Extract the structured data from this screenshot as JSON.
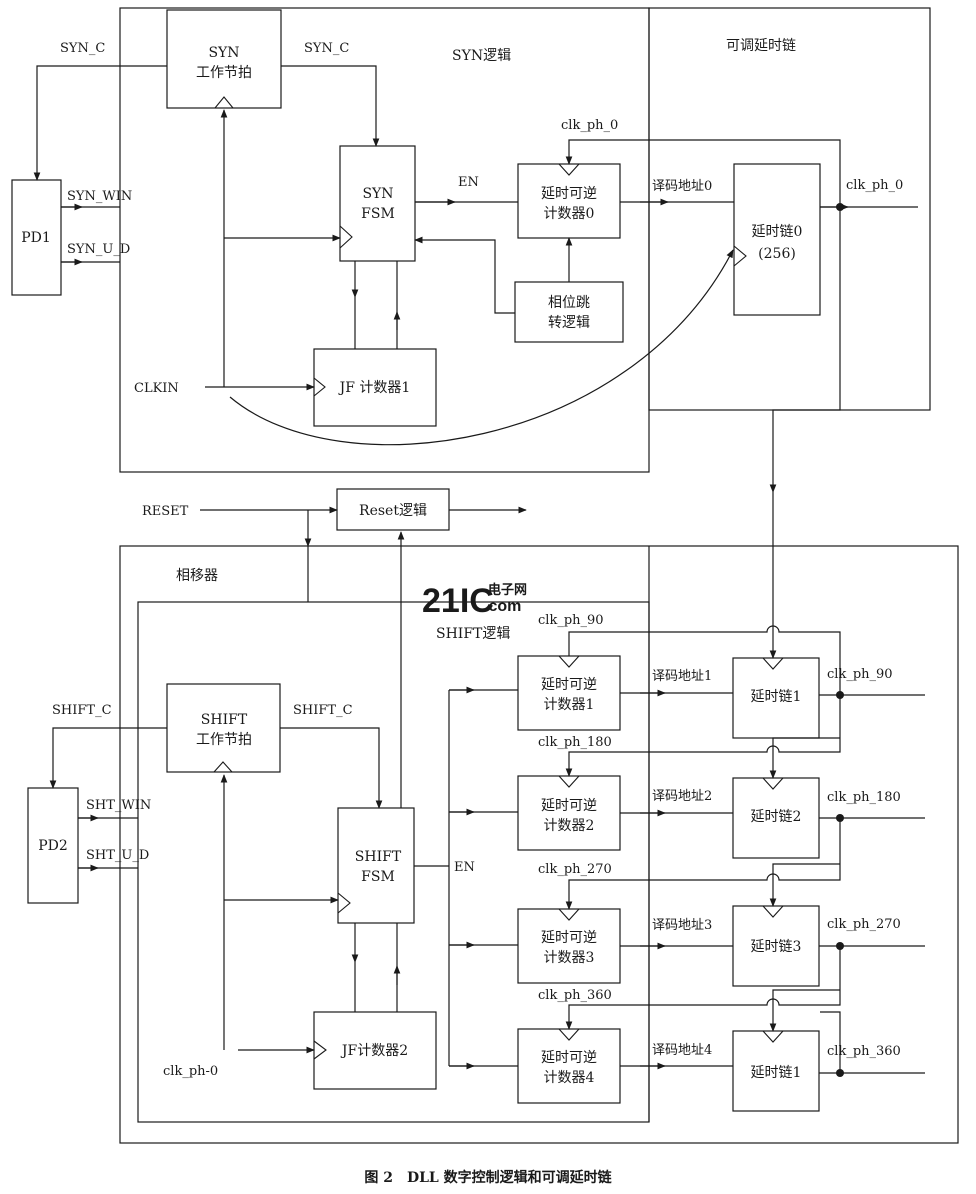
{
  "caption": "图 2　DLL 数字控制逻辑和可调延时链",
  "watermark": {
    "main": "21IC",
    "sub1": "电子网",
    "sub2": ".com",
    "color": "#f0a0a8"
  },
  "regions": {
    "syn": "SYN逻辑",
    "chain": "可调延时链",
    "shifter": "相移器",
    "shift": "SHIFT逻辑"
  },
  "blocks": {
    "pd1": "PD1",
    "pd2": "PD2",
    "syn_beat": [
      "SYN",
      "工作节拍"
    ],
    "syn_fsm": [
      "SYN",
      "FSM"
    ],
    "jf1": "JF 计数器1",
    "counter0": [
      "延时可逆",
      "计数器0"
    ],
    "phase_jump": [
      "相位跳",
      "转逻辑"
    ],
    "chain0": [
      "延时链0",
      "(256)"
    ],
    "reset_logic": "Reset逻辑",
    "shift_beat": [
      "SHIFT",
      "工作节拍"
    ],
    "shift_fsm": [
      "SHIFT",
      "FSM"
    ],
    "jf2": "JF计数器2",
    "counters": [
      [
        "延时可逆",
        "计数器1"
      ],
      [
        "延时可逆",
        "计数器2"
      ],
      [
        "延时可逆",
        "计数器3"
      ],
      [
        "延时可逆",
        "计数器4"
      ]
    ],
    "chains": [
      "延时链1",
      "延时链2",
      "延时链3",
      "延时链1"
    ]
  },
  "signals": {
    "syn_c_left": "SYN_C",
    "syn_c_right": "SYN_C",
    "syn_win": "SYN_WIN",
    "syn_u_d": "SYN_U_D",
    "clkin": "CLKIN",
    "en_top": "EN",
    "clk_ph_0_top": "clk_ph_0",
    "addr0": "译码地址0",
    "clk_ph_0_out": "clk_ph_0",
    "reset": "RESET",
    "shift_c_left": "SHIFT_C",
    "shift_c_right": "SHIFT_C",
    "sht_win": "SHT_WIN",
    "sht_u_d": "SHT_U_D",
    "en_bottom": "EN",
    "clk_ph0_in": "clk_ph-0",
    "phase_top": [
      "clk_ph_90",
      "clk_ph_180",
      "clk_ph_270",
      "clk_ph_360"
    ],
    "addrs": [
      "译码地址1",
      "译码地址2",
      "译码地址3",
      "译码地址4"
    ],
    "phase_out": [
      "clk_ph_90",
      "clk_ph_180",
      "clk_ph_270",
      "clk_ph_360"
    ]
  }
}
